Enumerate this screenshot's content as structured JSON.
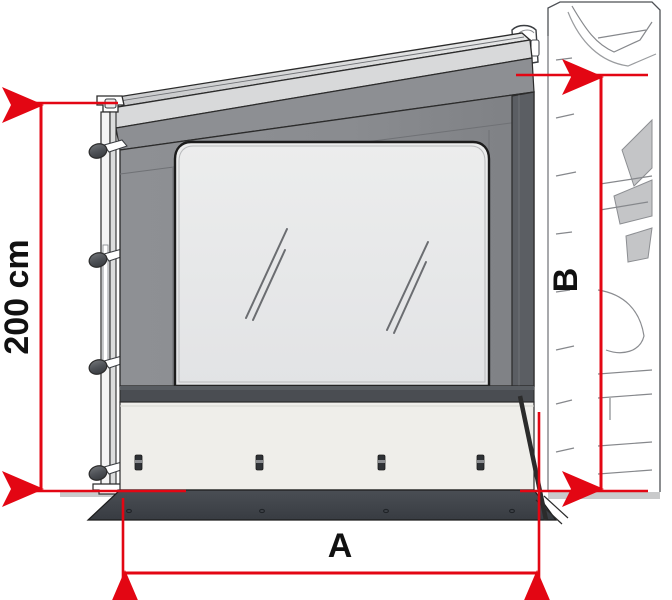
{
  "drawing": {
    "type": "technical-dimension-drawing",
    "subject": "RV awning side panel with window",
    "view": "side elevation"
  },
  "dimensions": {
    "height_left": {
      "label": "200 cm",
      "orientation": "vertical",
      "arrows": "both-ends",
      "color": "#e30613"
    },
    "width_bottom": {
      "label": "A",
      "orientation": "horizontal",
      "arrows": "both-ends",
      "color": "#e30613"
    },
    "height_right": {
      "label": "B",
      "orientation": "vertical",
      "arrows": "both-ends",
      "color": "#e30613"
    }
  },
  "colors": {
    "dimension_red": "#e30613",
    "panel_gray": "#8b8d91",
    "panel_gray_dark": "#6f7175",
    "panel_gray_light": "#a7a9ad",
    "window_glass": "#e6e7e9",
    "lower_panel_cream": "#efeeea",
    "band_dark": "#4a4d52",
    "base_skirt": "#3e4248",
    "roof_light": "#d4d5d7",
    "outline": "#2b2b2b",
    "vehicle_line": "#6e7074",
    "ground": "#c9cacb"
  },
  "parts": {
    "awning_roof": "awning-roof-arm",
    "side_panel": "side-panel-fabric",
    "window": "panel-window",
    "window_reflections": "glass-reflection-lines",
    "lower_panel": "lower-panel-section",
    "divider_band": "panel-divider-band",
    "base_skirt": "ground-skirt",
    "tension_knobs_count": 4,
    "fastener_clips_count": 4,
    "vehicle_wall": "vehicle-body-wall"
  }
}
